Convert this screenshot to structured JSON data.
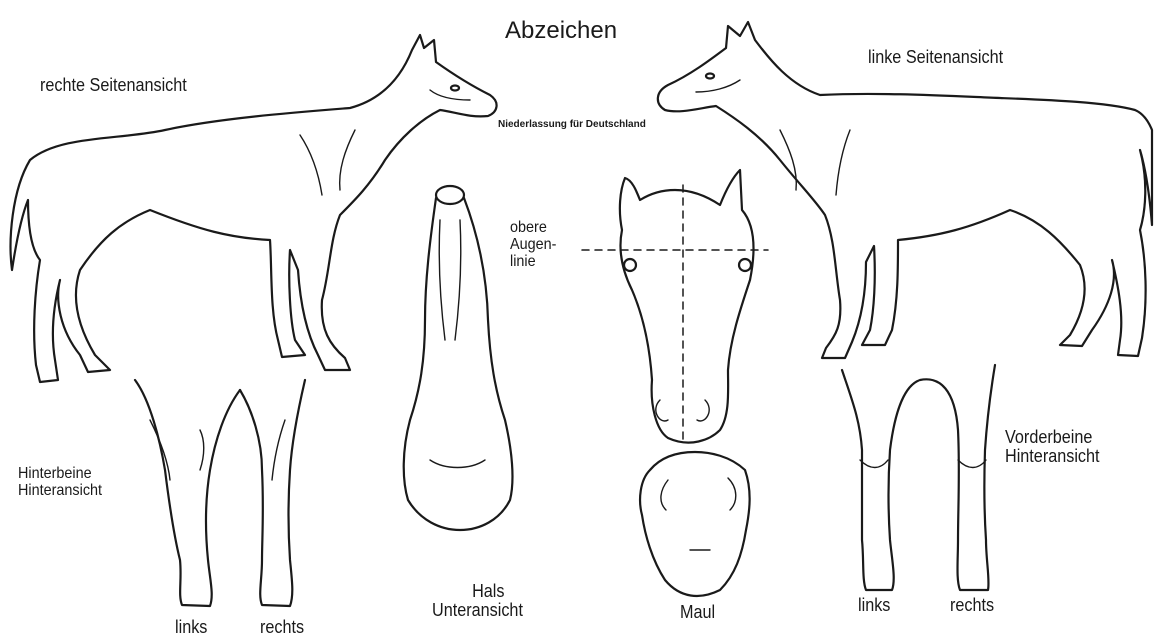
{
  "title": "Abzeichen",
  "subtitle": "Niederlassung für Deutschland",
  "views": {
    "right_side": "rechte Seitenansicht",
    "left_side": "linke Seitenansicht",
    "eye_line": [
      "obere",
      "Augen-",
      "linie"
    ],
    "hind_legs": [
      "Hinterbeine",
      "Hinteransicht"
    ],
    "hind_left": "links",
    "hind_right": "rechts",
    "neck": [
      "Hals",
      "Unteransicht"
    ],
    "muzzle": "Maul",
    "fore_left": "links",
    "fore_right": "rechts",
    "fore_legs": [
      "Vorderbeine",
      "Hinteransicht"
    ]
  }
}
